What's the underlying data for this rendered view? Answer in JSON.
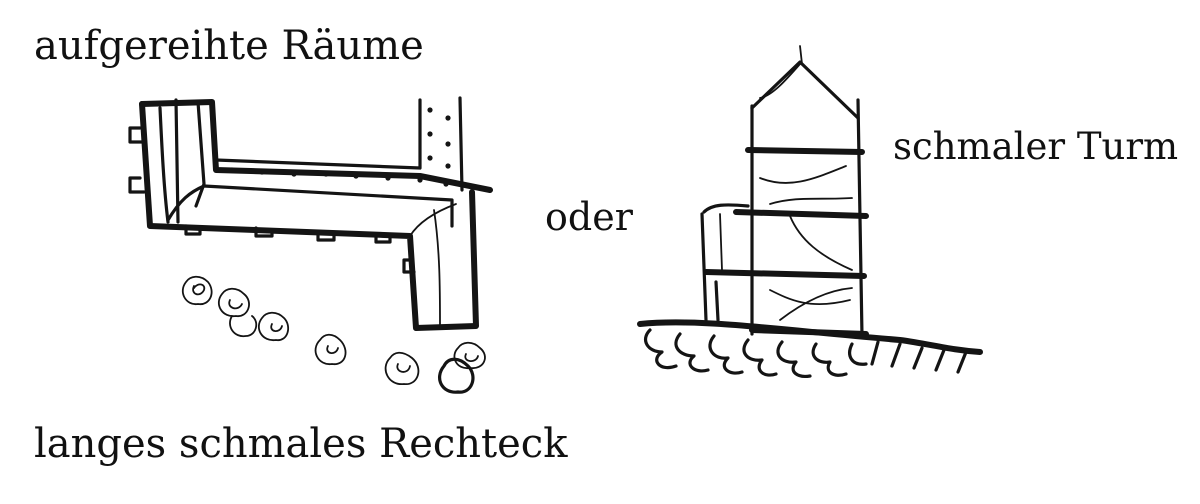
{
  "labels": {
    "top_left": "aufgereihte Räume",
    "bottom_left": "langes schmales Rechteck",
    "middle": "oder",
    "tower": "schmaler Turm"
  }
}
